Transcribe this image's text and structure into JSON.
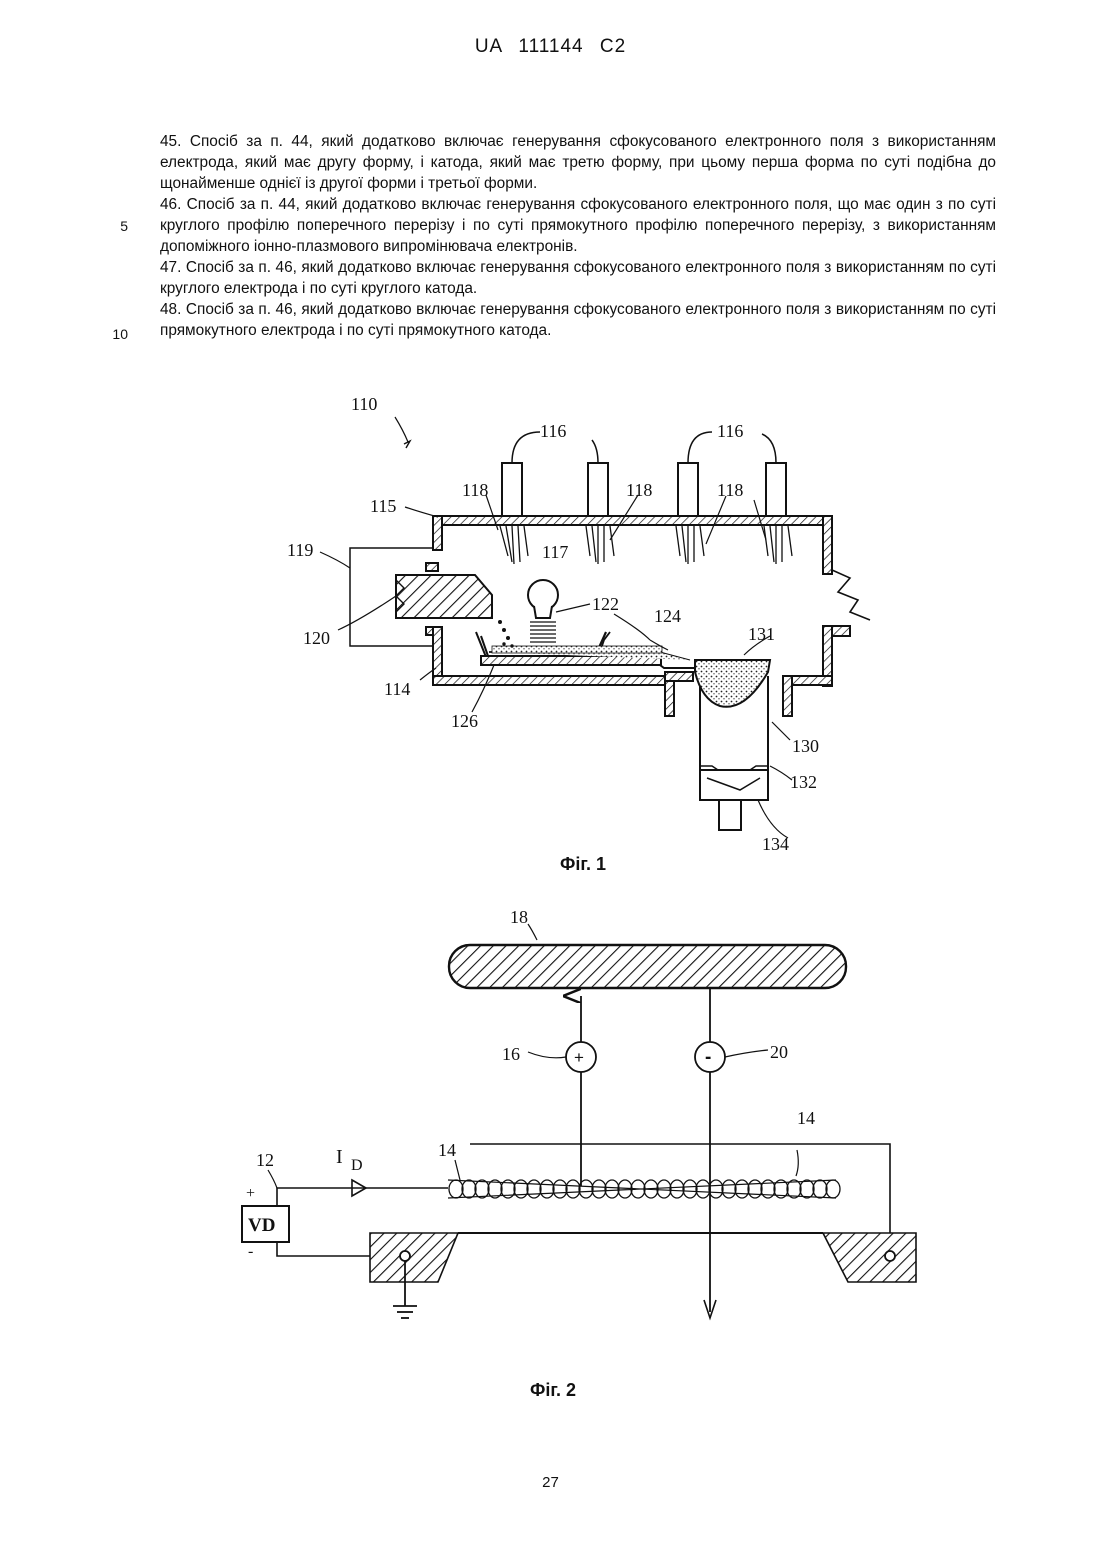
{
  "header": {
    "patent_number": "UA   111144   C2"
  },
  "claims": [
    "45. Спосіб за п. 44, який додатково включає генерування сфокусованого електронного поля з використанням електрода, який має другу форму, і катода, який має третю форму, при цьому перша форма по суті подібна до щонайменше однієї із другої форми і третьої форми.",
    "46. Спосіб за п. 44, який додатково включає генерування сфокусованого електронного поля, що має один з по суті круглого профілю поперечного перерізу і по суті прямокутного профілю поперечного перерізу, з використанням допоміжного іонно-плазмового випромінювача електронів.",
    "47. Спосіб за п. 46, який додатково включає генерування сфокусованого електронного поля з використанням по суті круглого електрода і по суті круглого катода.",
    "48. Спосіб за п. 46, який додатково включає генерування сфокусованого електронного поля з використанням по суті прямокутного електрода і по суті прямокутного катода."
  ],
  "line_numbers": [
    "5",
    "10"
  ],
  "figure1": {
    "caption": "Фіг. 1",
    "labels": {
      "l110": "110",
      "l116a": "116",
      "l116b": "116",
      "l118a": "118",
      "l118b": "118",
      "l118c": "118",
      "l115": "115",
      "l117": "117",
      "l119": "119",
      "l120": "120",
      "l122": "122",
      "l124": "124",
      "l131": "131",
      "l114": "114",
      "l126": "126",
      "l130": "130",
      "l132": "132",
      "l134": "134"
    }
  },
  "figure2": {
    "caption": "Фіг. 2",
    "labels": {
      "l18": "18",
      "l16": "16",
      "l20": "20",
      "l14a": "14",
      "l14b": "14",
      "l12": "12",
      "ID_main": "I",
      "ID_sub": "D",
      "VD": "VD",
      "plus_sign": "+",
      "minus_sign": "-",
      "plus_supply": "+",
      "minus_supply": "-"
    }
  },
  "page_number": "27"
}
